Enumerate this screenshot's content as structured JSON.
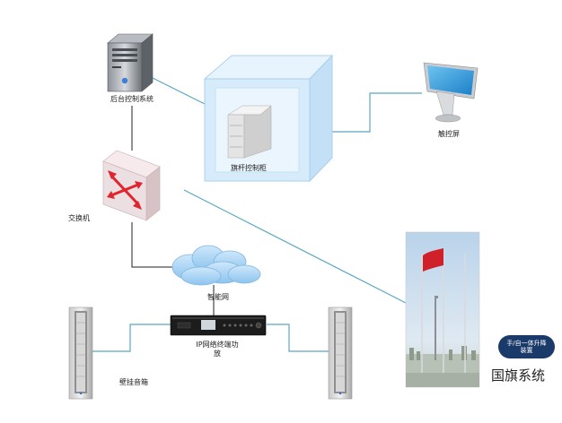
{
  "labels": {
    "backend_system": "后台控制系统",
    "flagpole_cabinet": "旗杆控制柜",
    "touch_screen": "触控屏",
    "switch": "交换机",
    "smart_network": "智能网",
    "ip_amplifier_line1": "IP网络终端功",
    "ip_amplifier_line2": "放",
    "wall_speaker": "壁挂音箱",
    "lift_device_line1": "手/自一体升降",
    "lift_device_line2": "装置",
    "flag_system": "国旗系统"
  },
  "colors": {
    "connector": "#5aa8c0",
    "cabinet_fill": "#d6ecfb",
    "flag": "#d0202a",
    "badge": "#1a3a6a"
  }
}
